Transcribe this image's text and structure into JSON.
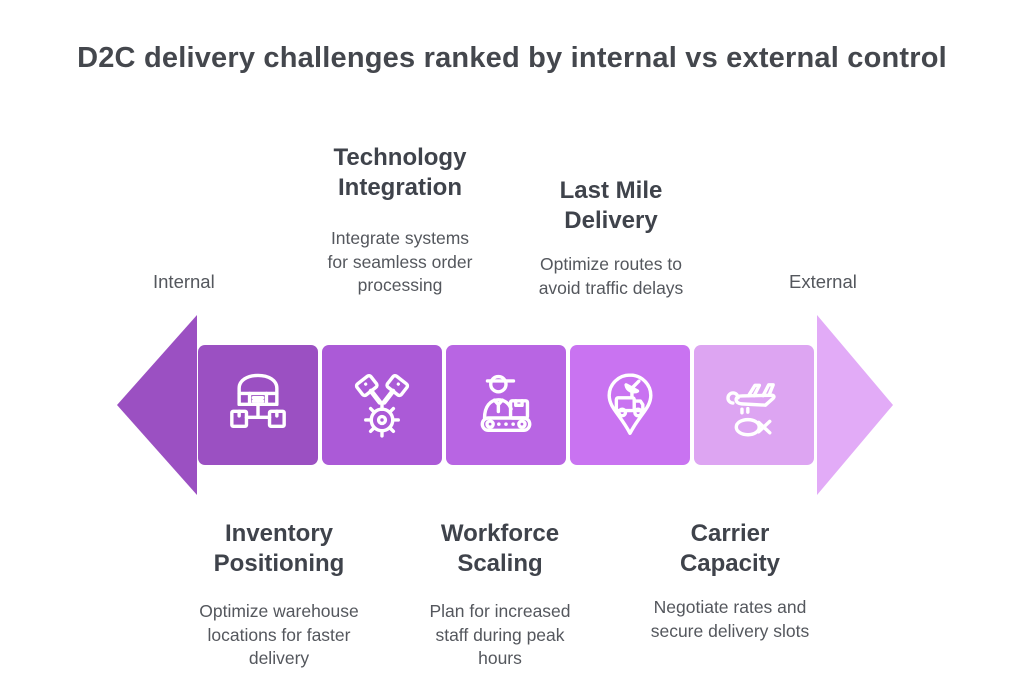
{
  "title": "D2C delivery challenges ranked by internal vs external control",
  "scale": {
    "left_label": "Internal",
    "right_label": "External"
  },
  "colors": {
    "title_text": "#44474D",
    "heading_text": "#3F434B",
    "body_text": "#54575D",
    "icon_stroke": "#FFFFFF",
    "arrow_left": "#9B50C2",
    "arrow_right": "#E2ABF7"
  },
  "steps": [
    {
      "name": "Inventory Positioning",
      "description": "Optimize warehouse locations for faster delivery",
      "label_position": "bottom",
      "icon": "warehouse-distribution-icon",
      "color": "#9B50C2"
    },
    {
      "name": "Technology Integration",
      "description": "Integrate systems for seamless order processing",
      "label_position": "top",
      "icon": "pistons-gear-icon",
      "color": "#AB5AD7"
    },
    {
      "name": "Workforce Scaling",
      "description": "Plan for increased staff during peak hours",
      "label_position": "bottom",
      "icon": "worker-conveyor-icon",
      "color": "#B865E3"
    },
    {
      "name": "Last Mile Delivery",
      "description": "Optimize routes to avoid traffic delays",
      "label_position": "top",
      "icon": "delivery-pin-truck-icon",
      "color": "#C973F1"
    },
    {
      "name": "Carrier Capacity",
      "description": "Negotiate rates and secure delivery slots",
      "label_position": "bottom",
      "icon": "plane-ship-icon",
      "color": "#DDA5F2"
    }
  ]
}
